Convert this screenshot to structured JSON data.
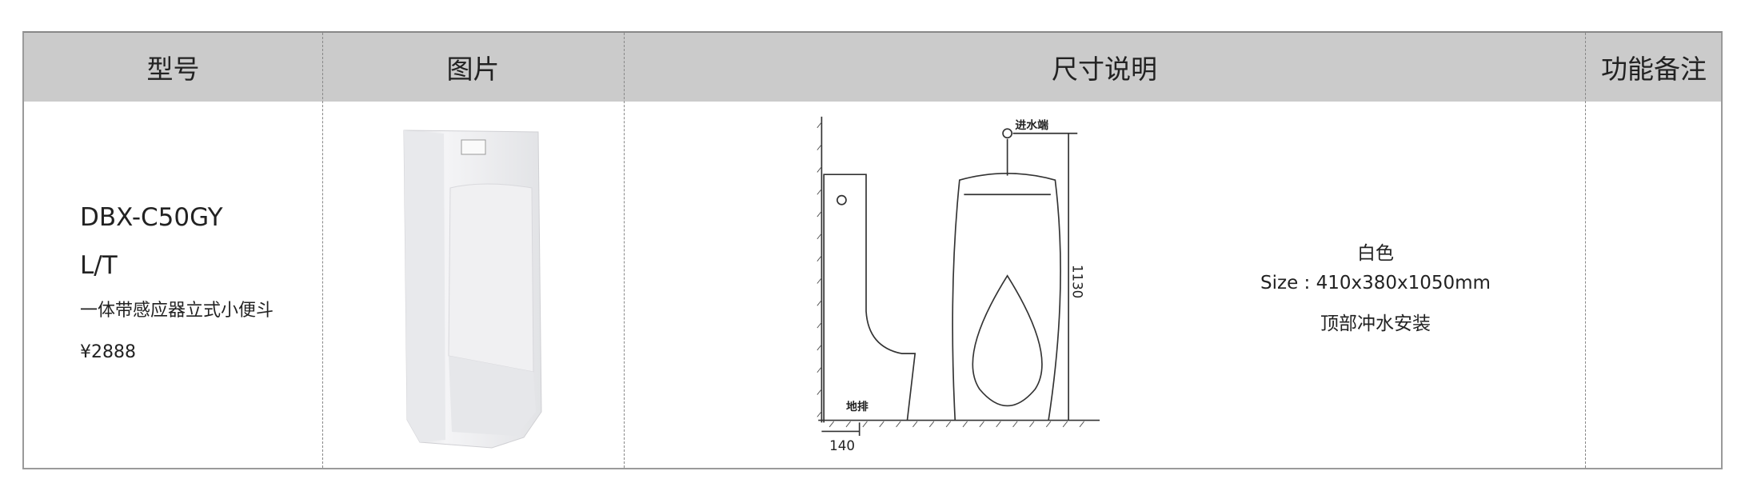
{
  "headers": [
    "型号",
    "图片",
    "尺寸说明",
    "功能备注"
  ],
  "product": {
    "model": "DBX-C50GY",
    "variant": "L/T",
    "description": "一体带感应器立式小便斗",
    "price": "¥2888"
  },
  "drawing": {
    "inlet_label": "进水端",
    "drain_label": "地排",
    "height_dim": "1130",
    "wall_dim": "140"
  },
  "specs": {
    "color": "白色",
    "size": "Size : 410x380x1050mm",
    "flush": "顶部冲水安装"
  },
  "notes": ""
}
